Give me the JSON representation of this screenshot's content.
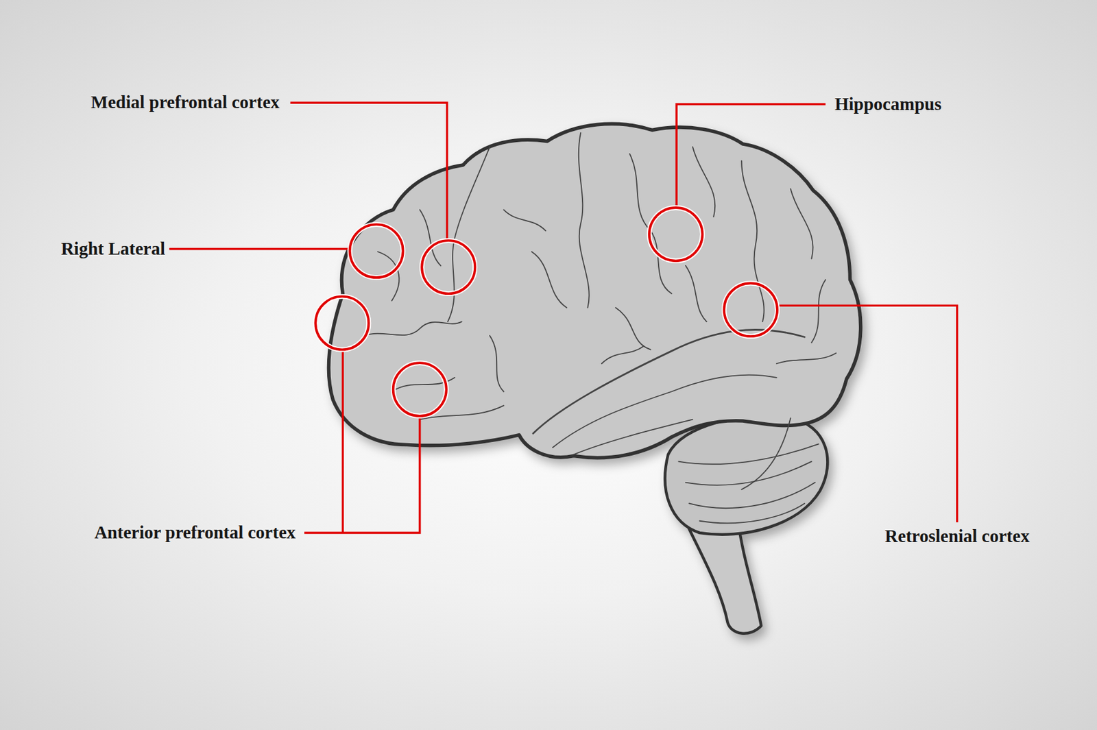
{
  "diagram": {
    "labels": [
      "Medial prefrontal cortex",
      "Right Lateral",
      "Anterior prefrontal cortex",
      "Hippocampus",
      "Retroslenial cortex"
    ]
  }
}
